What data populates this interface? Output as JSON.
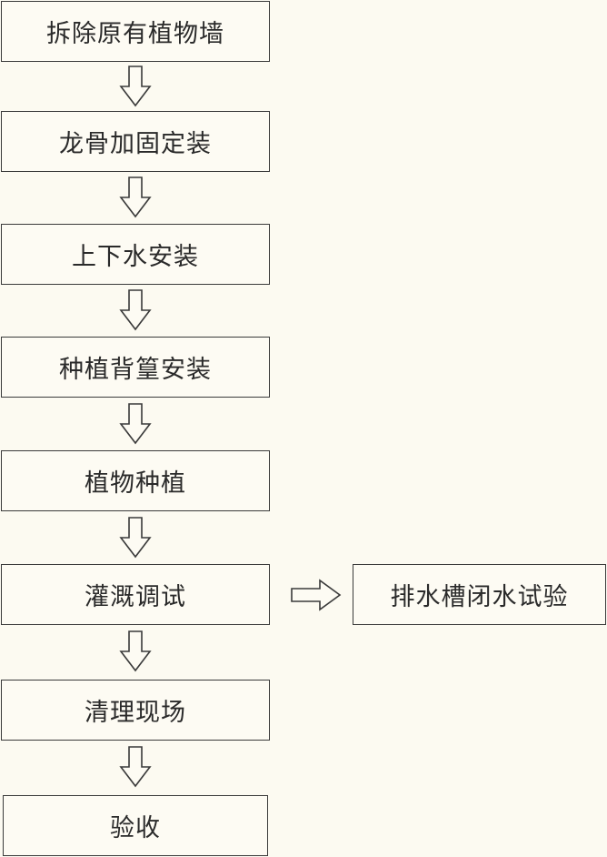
{
  "steps": [
    {
      "label": "拆除原有植物墙"
    },
    {
      "label": "龙骨加固定装"
    },
    {
      "label": "上下水安装"
    },
    {
      "label": "种植背篁安装"
    },
    {
      "label": "植物种植"
    },
    {
      "label": "灌溉调试"
    },
    {
      "label": "清理现场"
    },
    {
      "label": "验收"
    }
  ],
  "side_step": {
    "label": "排水槽闭水试验"
  }
}
